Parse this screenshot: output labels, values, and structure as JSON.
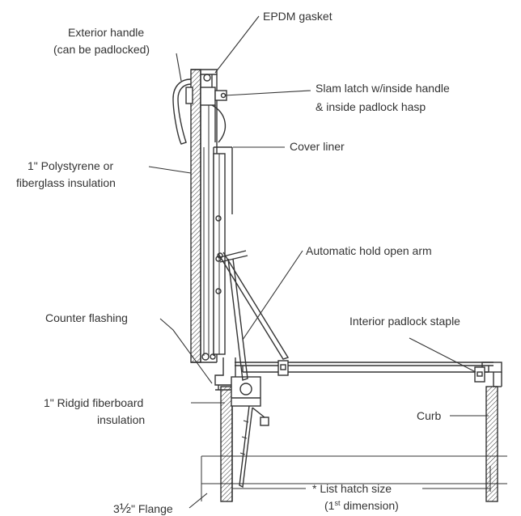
{
  "labels": {
    "epdm_gasket": "EPDM gasket",
    "exterior_handle_1": "Exterior handle",
    "exterior_handle_2": "(can be padlocked)",
    "slam_latch_1": "Slam latch w/inside handle",
    "slam_latch_2": "& inside padlock hasp",
    "cover_liner": "Cover liner",
    "polystyrene_1": "1\" Polystyrene or",
    "polystyrene_2": "fiberglass insulation",
    "hold_open_arm": "Automatic hold open arm",
    "counter_flashing": "Counter flashing",
    "interior_padlock_staple": "Interior padlock staple",
    "fiberboard_1": "1\" Ridgid fiberboard",
    "fiberboard_2": "insulation",
    "curb": "Curb",
    "list_hatch_size": "* List hatch size",
    "first_dimension_pre": "(1",
    "first_dimension_sup": "st",
    "first_dimension_post": " dimension)",
    "flange_whole": "3",
    "flange_fraction": "½",
    "flange_rest": "\" Flange"
  },
  "colors": {
    "line": "#333333",
    "background": "#ffffff"
  }
}
